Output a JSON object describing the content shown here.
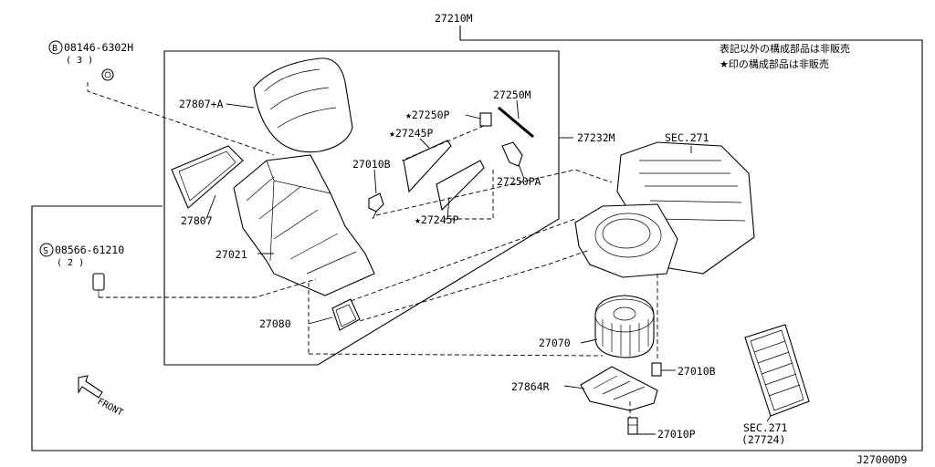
{
  "notes": {
    "line1": "表記以外の構成部品は非販売",
    "line2": "★印の構成部品は非販売"
  },
  "diagram_id": "J27000D9",
  "front_label": "FRONT",
  "labels": {
    "assembly": "27210M",
    "case": "27232M",
    "bolt_b": "08146-6302H",
    "bolt_b_qty": "( 3 )",
    "screw_s": "08566-61210",
    "screw_s_qty": "( 2 )",
    "duct": "27807+A",
    "gasket": "27807",
    "heater_unit": "27021",
    "clip": "27010B",
    "motor_actuator": "27080",
    "lever_p": "★27250P",
    "door_1": "★27245P",
    "door_2": "★27245P",
    "rod": "27250M",
    "lever_pa": "27250PA",
    "sec_top": "SEC.271",
    "blower_motor": "27070",
    "clip_blower": "27010B",
    "resistor": "27864R",
    "clip_p": "27010P",
    "sec_filter": "SEC.271",
    "filter_part": "(27724)"
  }
}
